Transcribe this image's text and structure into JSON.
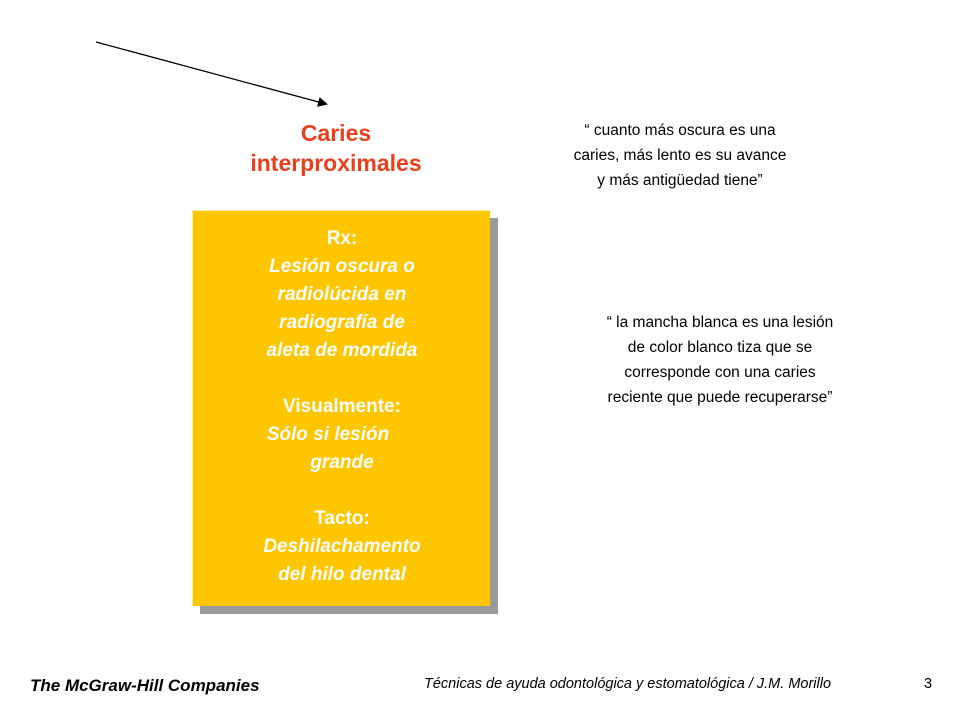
{
  "slide": {
    "title_lines": [
      "Caries",
      "interproximales"
    ],
    "box": {
      "rx_head": "Rx:",
      "rx_lines": [
        "Lesión oscura o",
        "radiolúcida en",
        "radiografía de",
        "aleta de mordida"
      ],
      "visual_head": "Visualmente:",
      "visual_lines": [
        "Sólo si lesión",
        "grande"
      ],
      "tacto_head": "Tacto:",
      "tacto_lines": [
        "Deshilachamento",
        "del hilo dental"
      ]
    },
    "quote_1": [
      "“ cuanto más oscura es una",
      "caries, más lento es su avance",
      "y más antigüedad tiene”"
    ],
    "quote_2": [
      "“ la mancha blanca es una lesión",
      "de color blanco tiza que se",
      "corresponde con una caries",
      "reciente que puede recuperarse”"
    ]
  },
  "footer": {
    "company": "The McGraw-Hill Companies",
    "book": "Técnicas de ayuda odontológica y estomatológica / J.M. Morillo",
    "page": "3"
  },
  "colors": {
    "title": "#e8401c",
    "box_fill": "#fdc600",
    "box_shadow": "#9a9a9a",
    "box_text": "#ffffff"
  },
  "icons": {
    "pointer_arrow": "arrow-icon"
  }
}
